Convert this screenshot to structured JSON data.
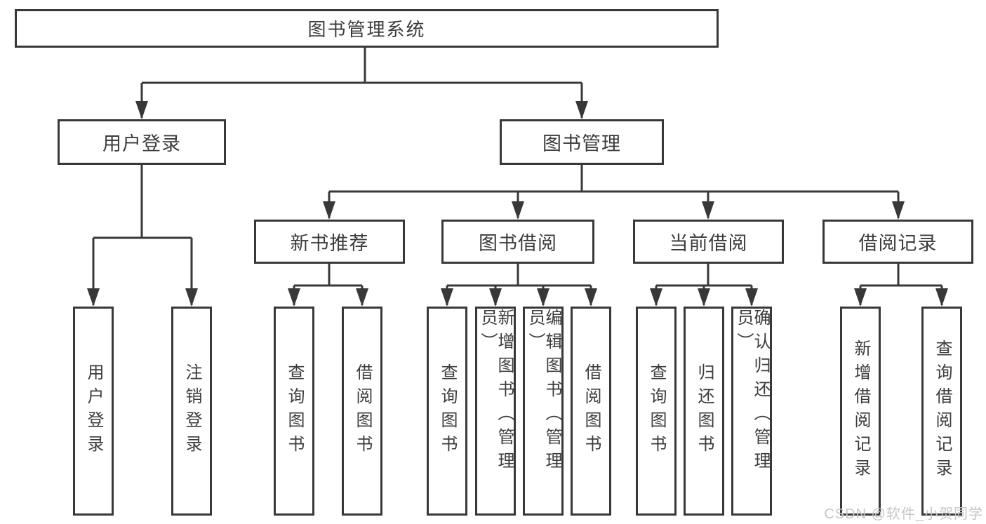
{
  "diagram": {
    "type": "hierarchy-tree",
    "watermark": "CSDN @软件_小贺同学",
    "colors": {
      "line": "#383838",
      "box_border": "#383838",
      "text": "#3c3c3c",
      "background": "#ffffff",
      "watermark": "#c6c6c6"
    },
    "tree": {
      "label": "图书管理系统",
      "children": [
        {
          "label": "用户登录",
          "children": [
            {
              "label": "用户登录"
            },
            {
              "label": "注销登录"
            }
          ]
        },
        {
          "label": "图书管理",
          "children": [
            {
              "label": "新书推荐",
              "children": [
                {
                  "label": "查询图书"
                },
                {
                  "label": "借阅图书"
                }
              ]
            },
            {
              "label": "图书借阅",
              "children": [
                {
                  "label": "查询图书"
                },
                {
                  "label": "新增图书（管理员）"
                },
                {
                  "label": "编辑图书（管理员）"
                },
                {
                  "label": "借阅图书"
                }
              ]
            },
            {
              "label": "当前借阅",
              "children": [
                {
                  "label": "查询图书"
                },
                {
                  "label": "归还图书"
                },
                {
                  "label": "确认归还（管理员）"
                }
              ]
            },
            {
              "label": "借阅记录",
              "children": [
                {
                  "label": "新增借阅记录"
                },
                {
                  "label": "查询借阅记录"
                }
              ]
            }
          ]
        }
      ]
    }
  }
}
